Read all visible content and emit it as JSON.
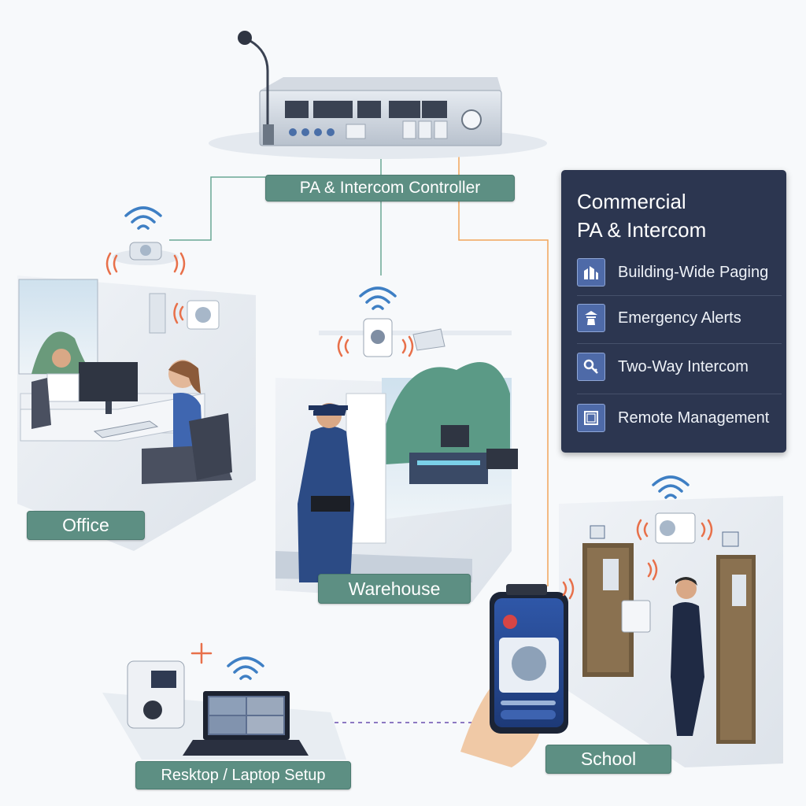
{
  "diagram": {
    "controller_label": "PA & Intercom Controller",
    "locations": {
      "office": "Office",
      "warehouse": "Warehouse",
      "school": "School",
      "laptop": "Resktop / Laptop Setup"
    },
    "panel": {
      "title_line1": "Commercial",
      "title_line2": "PA & Intercom",
      "features": [
        {
          "label": "Building-Wide Paging",
          "icon": "building-icon"
        },
        {
          "label": "Emergency Alerts",
          "icon": "alert-icon"
        },
        {
          "label": "Two-Way Intercom",
          "icon": "key-icon"
        },
        {
          "label": "Remote Management",
          "icon": "window-icon"
        }
      ]
    },
    "colors": {
      "label_bg": "#5d8f83",
      "panel_bg": "#2c3650",
      "line_green": "#6aa894",
      "line_orange": "#f2a65a",
      "line_purple": "#6a4fb0",
      "wifi_blue": "#3e7fc4",
      "signal_orange": "#e8704a"
    }
  }
}
